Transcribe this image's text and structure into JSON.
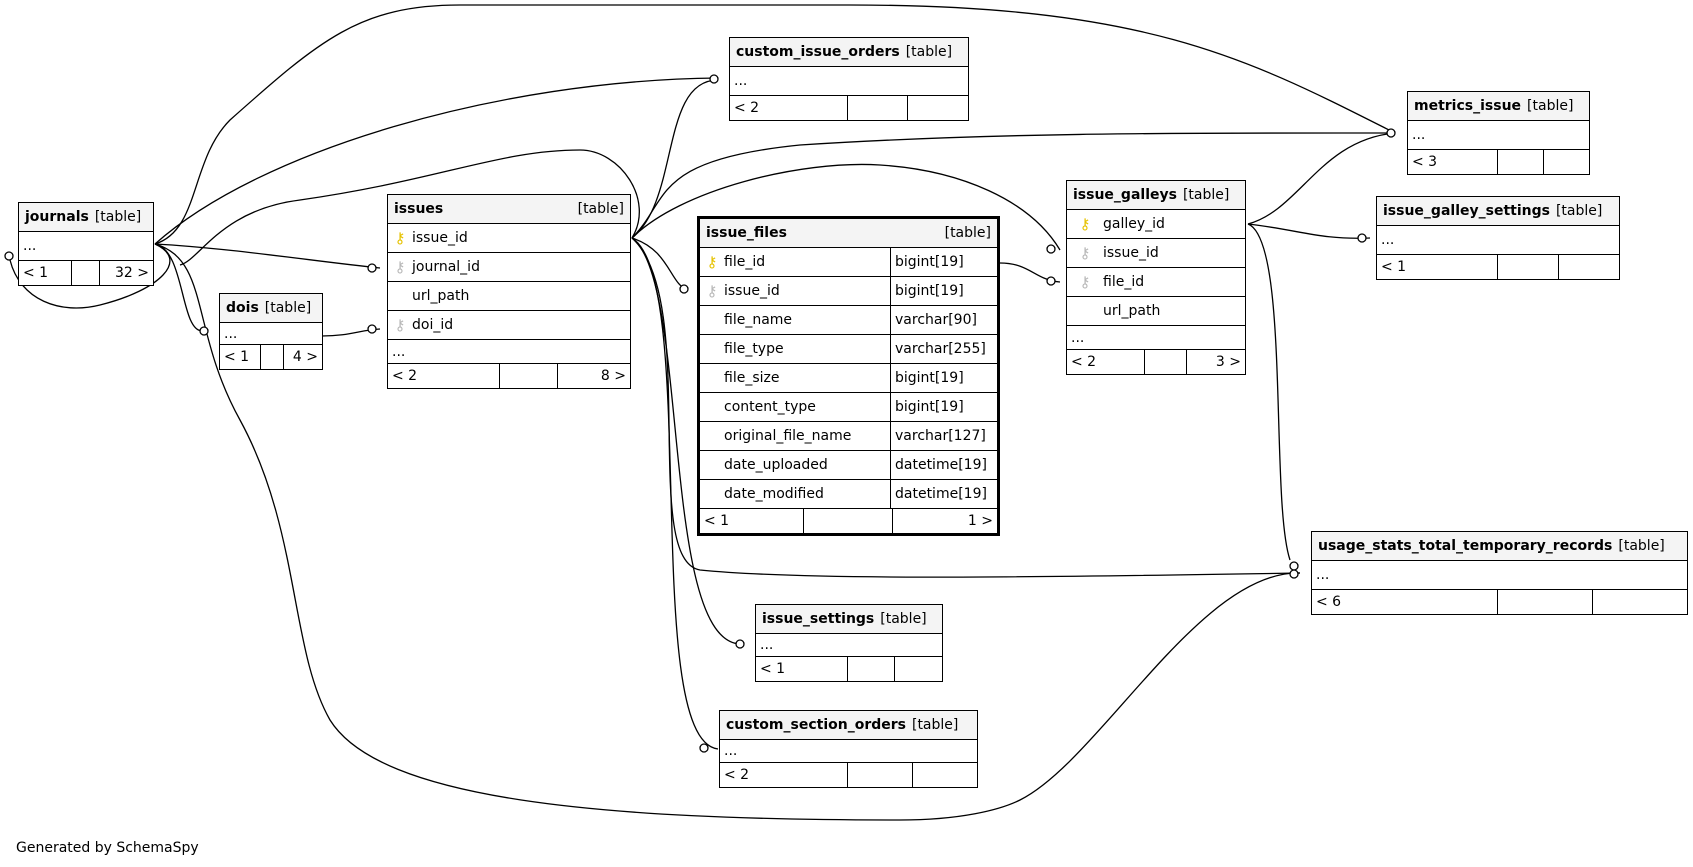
{
  "credit": "Generated by SchemaSpy",
  "tables": {
    "custom_issue_orders": {
      "name": "custom_issue_orders",
      "kind": "[table]",
      "ellipsis": "...",
      "foot": [
        "< 2",
        "",
        ""
      ]
    },
    "metrics_issue": {
      "name": "metrics_issue",
      "kind": "[table]",
      "ellipsis": "...",
      "foot": [
        "< 3",
        "",
        ""
      ]
    },
    "journals": {
      "name": "journals",
      "kind": "[table]",
      "ellipsis": "...",
      "foot": [
        "< 1",
        "",
        "32 >"
      ]
    },
    "issues": {
      "name": "issues",
      "kind": "[table]",
      "cols": [
        "issue_id",
        "journal_id",
        "url_path",
        "doi_id"
      ],
      "ellipsis": "...",
      "foot": [
        "< 2",
        "",
        "8 >"
      ]
    },
    "issue_files": {
      "name": "issue_files",
      "kind": "[table]",
      "cols": [
        {
          "name": "file_id",
          "type": "bigint[19]"
        },
        {
          "name": "issue_id",
          "type": "bigint[19]"
        },
        {
          "name": "file_name",
          "type": "varchar[90]"
        },
        {
          "name": "file_type",
          "type": "varchar[255]"
        },
        {
          "name": "file_size",
          "type": "bigint[19]"
        },
        {
          "name": "content_type",
          "type": "bigint[19]"
        },
        {
          "name": "original_file_name",
          "type": "varchar[127]"
        },
        {
          "name": "date_uploaded",
          "type": "datetime[19]"
        },
        {
          "name": "date_modified",
          "type": "datetime[19]"
        }
      ],
      "foot": [
        "< 1",
        "",
        "1 >"
      ]
    },
    "issue_galleys": {
      "name": "issue_galleys",
      "kind": "[table]",
      "cols": [
        "galley_id",
        "issue_id",
        "file_id",
        "url_path"
      ],
      "ellipsis": "...",
      "foot": [
        "< 2",
        "",
        "3 >"
      ]
    },
    "issue_galley_settings": {
      "name": "issue_galley_settings",
      "kind": "[table]",
      "ellipsis": "...",
      "foot": [
        "< 1",
        "",
        ""
      ]
    },
    "dois": {
      "name": "dois",
      "kind": "[table]",
      "ellipsis": "...",
      "foot": [
        "< 1",
        "",
        "4 >"
      ]
    },
    "usage_stats_total_temporary_records": {
      "name": "usage_stats_total_temporary_records",
      "kind": "[table]",
      "ellipsis": "...",
      "foot": [
        "< 6",
        "",
        ""
      ]
    },
    "issue_settings": {
      "name": "issue_settings",
      "kind": "[table]",
      "ellipsis": "...",
      "foot": [
        "< 1",
        "",
        ""
      ]
    },
    "custom_section_orders": {
      "name": "custom_section_orders",
      "kind": "[table]",
      "ellipsis": "...",
      "foot": [
        "< 2",
        "",
        ""
      ]
    }
  }
}
